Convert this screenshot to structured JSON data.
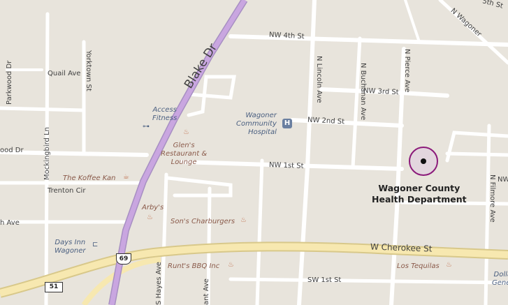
{
  "streets": {
    "blake_dr": "Blake Dr",
    "nw_4th_st": "NW 4th St",
    "nw_3rd_st": "NW 3rd St",
    "nw_2nd_st": "NW 2nd St",
    "nw_1st_st": "NW 1st St",
    "sw_1st_st": "SW 1st St",
    "w_cherokee_st": "W Cherokee St",
    "n_lincoln_ave": "N Lincoln Ave",
    "n_buchanan_ave": "N Buchanan Ave",
    "n_pierce_ave": "N Pierce Ave",
    "n_filmore_ave": "N Filmore Ave",
    "n_wagoner": "N Wagoner",
    "quail_ave": "Quail Ave",
    "yorktown_st": "Yorktown St",
    "parkwood_dr": "Parkwood Dr",
    "mockingbird_ln": "Mockingbird Ln",
    "ood_dr": "ood Dr",
    "trenton_cir": "Trenton Cir",
    "h_ave": "h Ave",
    "s_hayes_ave": "S Hayes Ave",
    "ant_ave": "ant Ave",
    "nw_edge": "NW",
    "top_right": "5th St"
  },
  "shields": {
    "us69": "69",
    "sh51": "51"
  },
  "pois": {
    "access_fitness": "Access\nFitness",
    "hospital": "Wagoner\nCommunity\nHospital",
    "glens": "Glen's\nRestaurant &\nLounge",
    "koffee_kan": "The Koffee Kan",
    "arbys": "Arby's",
    "sons": "Son's Charburgers",
    "days_inn": "Days Inn\nWagoner",
    "runts": "Runt's BBQ Inc",
    "los_tequilas": "Los Tequilas",
    "dollar": "Dolla\nGener"
  },
  "target": {
    "label": "Wagoner County\nHealth Department",
    "ring_color": "#8b1a7a"
  },
  "colors": {
    "background": "#e8e4dc",
    "street": "#ffffff",
    "highway": "#f7e8b0",
    "blake": "#c9a6e0"
  }
}
